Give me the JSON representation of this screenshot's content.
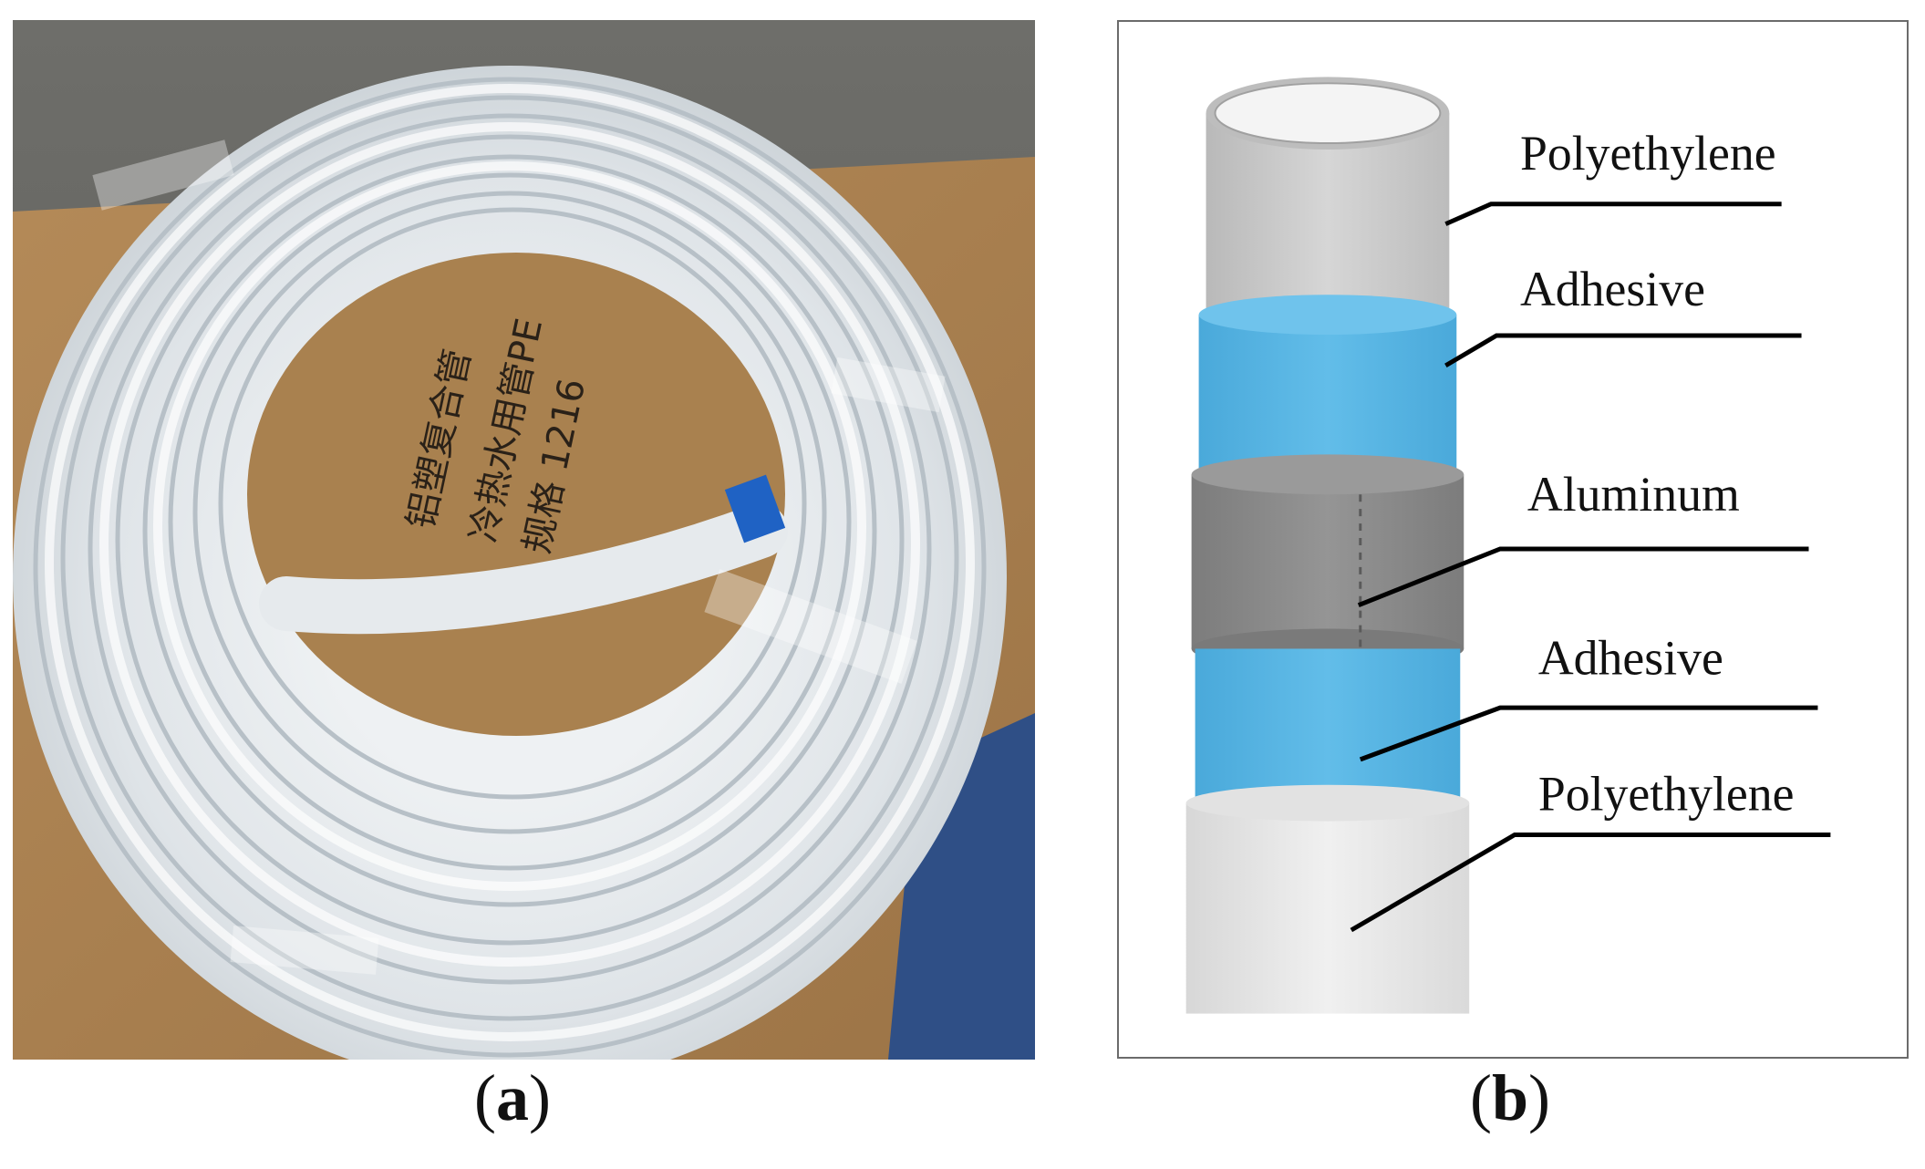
{
  "figure": {
    "panel_a": {
      "caption_letter": "a",
      "box_print": [
        "铝塑复合管",
        "冷热水用管PE",
        "规格 1216"
      ]
    },
    "panel_b": {
      "caption_letter": "b",
      "layers": [
        {
          "label": "Polyethylene",
          "color": "#c8c8c8"
        },
        {
          "label": "Adhesive",
          "color": "#5bb8e6"
        },
        {
          "label": "Aluminum",
          "color": "#8c8c8c"
        },
        {
          "label": "Adhesive",
          "color": "#5bb8e6"
        },
        {
          "label": "Polyethylene",
          "color": "#e6e6e6"
        }
      ]
    }
  }
}
